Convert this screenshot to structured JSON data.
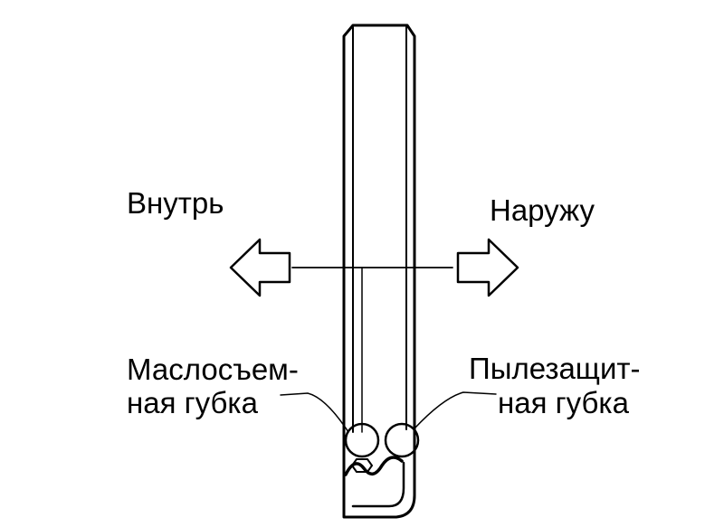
{
  "labels": {
    "inward": "Внутрь",
    "outward": "Наружу",
    "oil_scraper_line1": "Маслосъем-",
    "oil_scraper_line2": "ная губка",
    "dust_line1": "Пылезащит-",
    "dust_line2": "ная губка"
  },
  "colors": {
    "ink": "#000000",
    "background": "#ffffff"
  },
  "icons": {
    "left_arrow": "left-arrow-outline-icon",
    "right_arrow": "right-arrow-outline-icon"
  }
}
